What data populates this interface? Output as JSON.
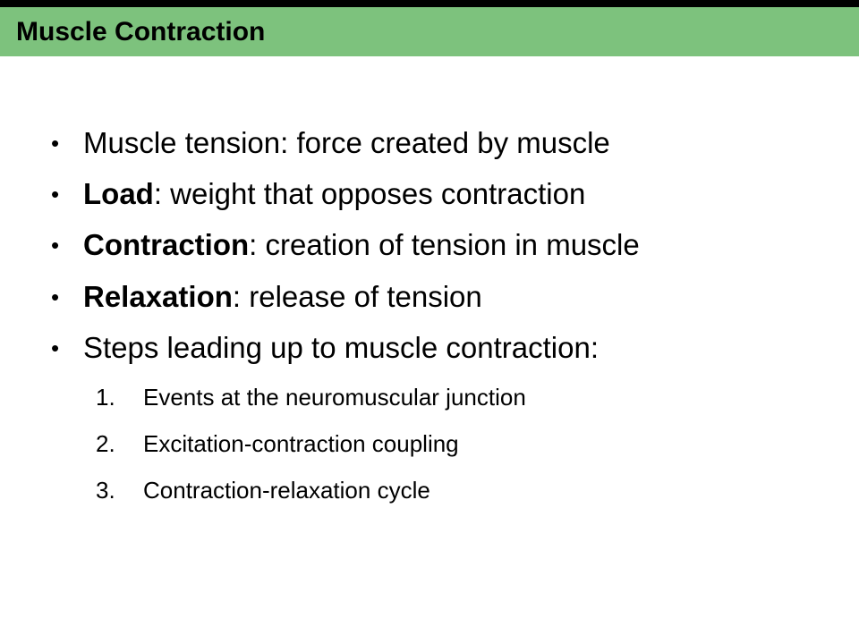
{
  "slide": {
    "title": "Muscle Contraction",
    "title_bar_color": "#7dc27d",
    "bullet_glyph": "•",
    "bullets": [
      {
        "term": "",
        "text": "Muscle tension: force created by muscle"
      },
      {
        "term": "Load",
        "text": ": weight that opposes contraction"
      },
      {
        "term": "Contraction",
        "text": ": creation of tension in muscle"
      },
      {
        "term": "Relaxation",
        "text": ": release of tension"
      },
      {
        "term": "",
        "text": "Steps leading up to muscle contraction:"
      }
    ],
    "steps": [
      {
        "number": "1.",
        "text": "Events at the neuromuscular junction"
      },
      {
        "number": "2.",
        "text": "Excitation-contraction coupling"
      },
      {
        "number": "3.",
        "text": "Contraction-relaxation cycle"
      }
    ]
  }
}
